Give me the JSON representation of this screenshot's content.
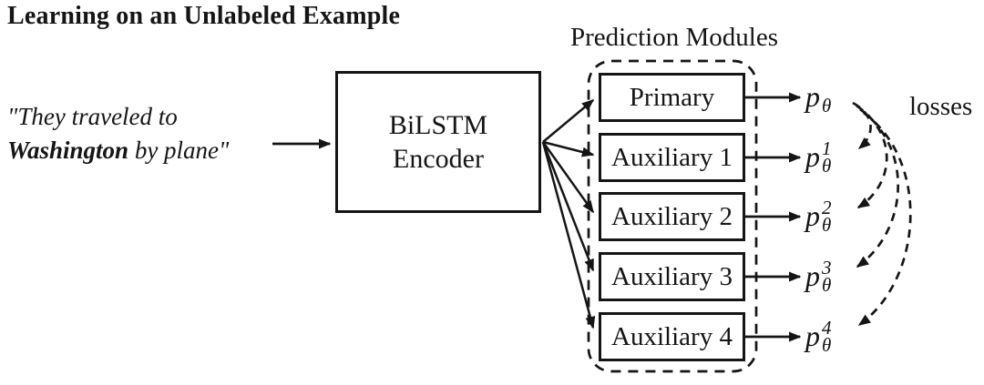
{
  "title": "Learning on an Unlabeled Example",
  "input_example": {
    "line1": "\"They traveled to",
    "line2_bold": "Washington",
    "line2_rest": " by plane\""
  },
  "encoder": {
    "line1": "BiLSTM",
    "line2": "Encoder"
  },
  "prediction_modules": {
    "label": "Prediction Modules",
    "modules": [
      {
        "label": "Primary",
        "output": {
          "base": "p",
          "sup": "",
          "sub": "θ"
        }
      },
      {
        "label": "Auxiliary 1",
        "output": {
          "base": "p",
          "sup": "1",
          "sub": "θ"
        }
      },
      {
        "label": "Auxiliary 2",
        "output": {
          "base": "p",
          "sup": "2",
          "sub": "θ"
        }
      },
      {
        "label": "Auxiliary 3",
        "output": {
          "base": "p",
          "sup": "3",
          "sub": "θ"
        }
      },
      {
        "label": "Auxiliary 4",
        "output": {
          "base": "p",
          "sup": "4",
          "sub": "θ"
        }
      }
    ]
  },
  "losses_label": "losses",
  "colors": {
    "ink": "#151515",
    "background": "#ffffff"
  }
}
